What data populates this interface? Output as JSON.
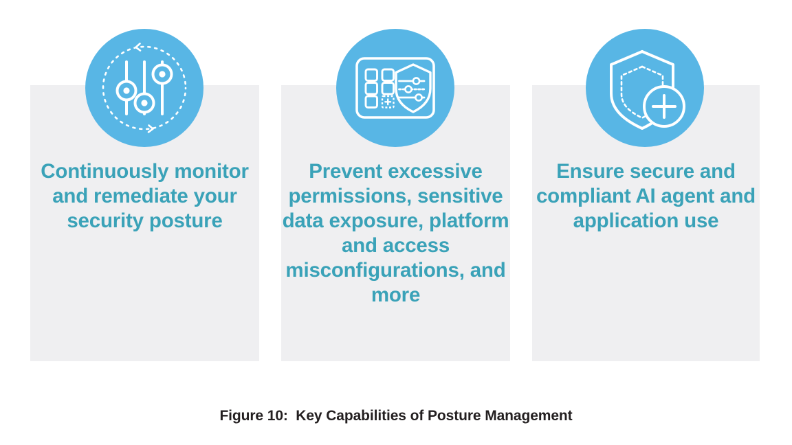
{
  "figure": {
    "caption": "Figure 10:  Key Capabilities of Posture Management",
    "background_color": "#FFFFFF"
  },
  "theme": {
    "accent_blue": "#58B6E5",
    "text_teal": "#3AA2B8",
    "panel_gray": "#EFEFF1",
    "caption_color": "#231F20",
    "icon_stroke": "#FFFFFF"
  },
  "columns": [
    {
      "id": "continuous-monitoring",
      "icon": "sliders-refresh-icon",
      "icon_description": "three vertical sliders with circular knobs inside a dashed circular refresh arrow ring",
      "text": "Continuously monitor and remediate your security posture"
    },
    {
      "id": "excessive-permissions",
      "icon": "dashboard-shield-sliders-icon",
      "icon_description": "rounded panel with a grid of app tiles plus a dashed add tile, next to a shield containing horizontal sliders",
      "text": "Prevent excessive permissions, sensitive data exposure, platform and access misconfigurations, and more"
    },
    {
      "id": "secure-ai-agents",
      "icon": "shield-plus-icon",
      "icon_description": "shield with dashed inner shield outline and a circled plus badge at lower right",
      "text": "Ensure secure and compliant AI agent and application use"
    }
  ]
}
